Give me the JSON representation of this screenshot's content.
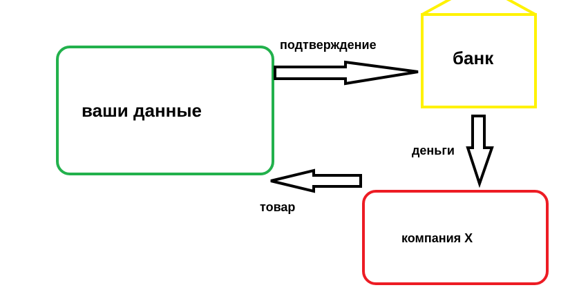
{
  "nodes": {
    "your_data": {
      "label": "ваши данные",
      "color": "#22b14c"
    },
    "bank": {
      "label": "банк",
      "color": "#fff200"
    },
    "company": {
      "label": "компания X",
      "color": "#ed1c24"
    }
  },
  "edges": {
    "confirmation": {
      "label": "подтверждение",
      "from": "ваши данные",
      "to": "банк"
    },
    "money": {
      "label": "деньги",
      "from": "банк",
      "to": "компания X"
    },
    "goods": {
      "label": "товар",
      "from": "компания X",
      "to": "ваши данные"
    }
  },
  "colors": {
    "arrow": "#000000",
    "background": "#ffffff"
  }
}
